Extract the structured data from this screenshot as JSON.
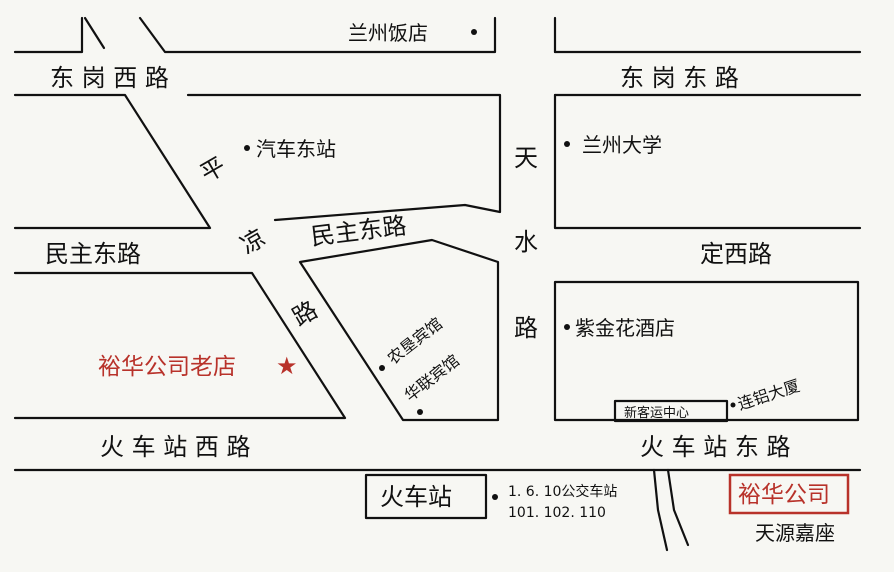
{
  "map": {
    "roads": {
      "dong_gang_xi_lu": "东 岗 西 路",
      "dong_gang_dong_lu": "东 岗 东 路",
      "min_zhu_dong_lu_left": "民主东路",
      "min_zhu_dong_lu_mid": "民主东路",
      "ding_xi_lu": "定西路",
      "tian_shui_lu": [
        "天",
        "水",
        "路"
      ],
      "ping_liang_lu": [
        "平",
        "凉",
        "路"
      ],
      "huo_che_zhan_xi_lu": "火 车 站 西 路",
      "huo_che_zhan_dong_lu": "火 车 站 东 路"
    },
    "places": {
      "lanzhou_hotel": "兰州饭店",
      "bus_east_station": "汽车东站",
      "lanzhou_university": "兰州大学",
      "zijinhua_hotel": "紫金花酒店",
      "nongken_hotel": "农垦宾馆",
      "hualian_hotel": "华联宾馆",
      "passenger_center": "新客运中心",
      "lianlv_building": "连铝大厦",
      "railway_station": "火车站",
      "bus_routes_line1": "1. 6. 10公交车站",
      "bus_routes_line2": "101. 102. 110",
      "tianyuan": "天源嘉座"
    },
    "highlights": {
      "old_store": "裕华公司老店",
      "old_store_marker": "★",
      "company": "裕华公司",
      "accent_color": "#b8322a"
    }
  }
}
